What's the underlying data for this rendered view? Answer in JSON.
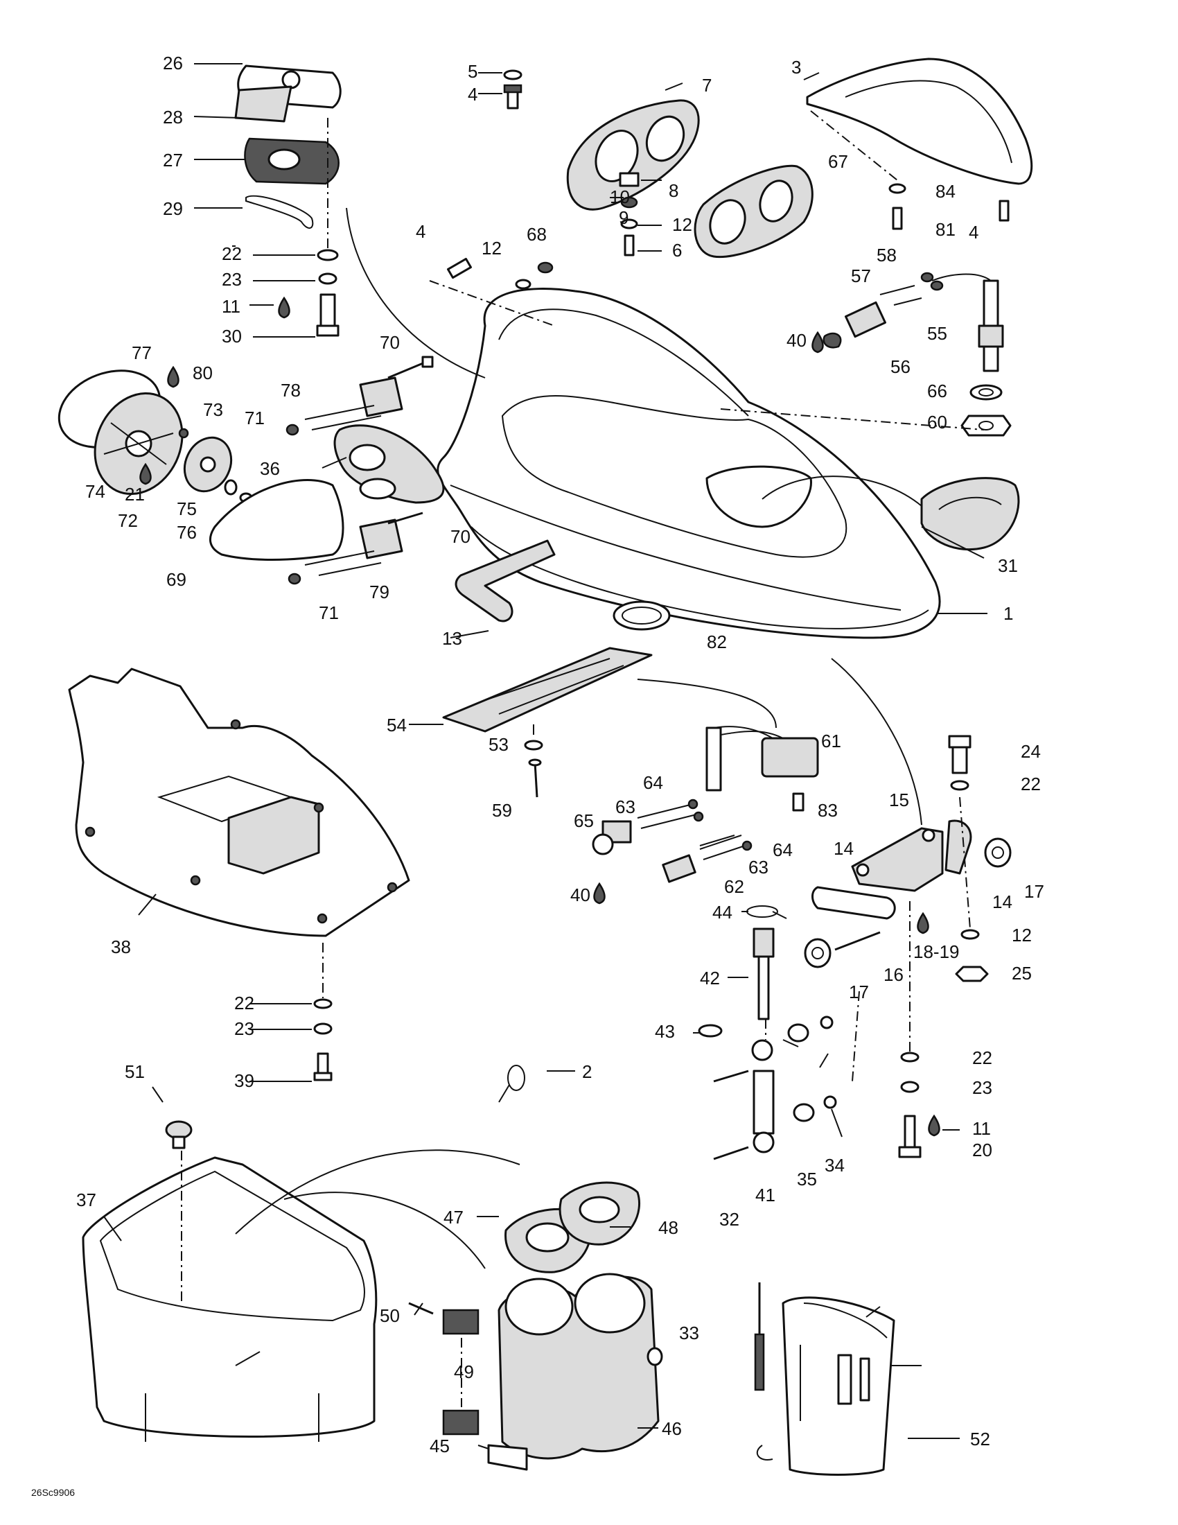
{
  "drawing_code": "26Sc9906",
  "callouts": {
    "c1": "1",
    "c2": "2",
    "c3": "3",
    "c4a": "4",
    "c4b": "4",
    "c4c": "4",
    "c5": "5",
    "c6": "6",
    "c7": "7",
    "c8": "8",
    "c9": "9",
    "c10": "10",
    "c11a": "11",
    "c11b": "11",
    "c12a": "12",
    "c12b": "12",
    "c12c": "12",
    "c13": "13",
    "c14a": "14",
    "c14b": "14",
    "c15": "15",
    "c16": "16",
    "c17a": "17",
    "c17b": "17",
    "c1819": "18-19",
    "c20": "20",
    "c21": "21",
    "c22a": "22",
    "c22b": "22",
    "c22c": "22",
    "c22d": "22",
    "c23a": "23",
    "c23b": "23",
    "c23c": "23",
    "c24": "24",
    "c25": "25",
    "c26": "26",
    "c27": "27",
    "c28": "28",
    "c29": "29",
    "c30": "30",
    "c31": "31",
    "c32": "32",
    "c33": "33",
    "c34": "34",
    "c35": "35",
    "c36": "36",
    "c37": "37",
    "c38": "38",
    "c39": "39",
    "c40a": "40",
    "c40b": "40",
    "c41": "41",
    "c42": "42",
    "c43": "43",
    "c44": "44",
    "c45": "45",
    "c46": "46",
    "c47": "47",
    "c48": "48",
    "c49": "49",
    "c50": "50",
    "c51": "51",
    "c52": "52",
    "c53": "53",
    "c54": "54",
    "c55": "55",
    "c56": "56",
    "c57": "57",
    "c58": "58",
    "c59": "59",
    "c60": "60",
    "c61": "61",
    "c62": "62",
    "c63a": "63",
    "c63b": "63",
    "c64a": "64",
    "c64b": "64",
    "c65": "65",
    "c66": "66",
    "c67": "67",
    "c68": "68",
    "c69": "69",
    "c70a": "70",
    "c70b": "70",
    "c71a": "71",
    "c71b": "71",
    "c72": "72",
    "c73": "73",
    "c74": "74",
    "c75": "75",
    "c76": "76",
    "c77": "77",
    "c78": "78",
    "c79": "79",
    "c80": "80",
    "c81": "81",
    "c82": "82",
    "c83": "83",
    "c84": "84"
  }
}
